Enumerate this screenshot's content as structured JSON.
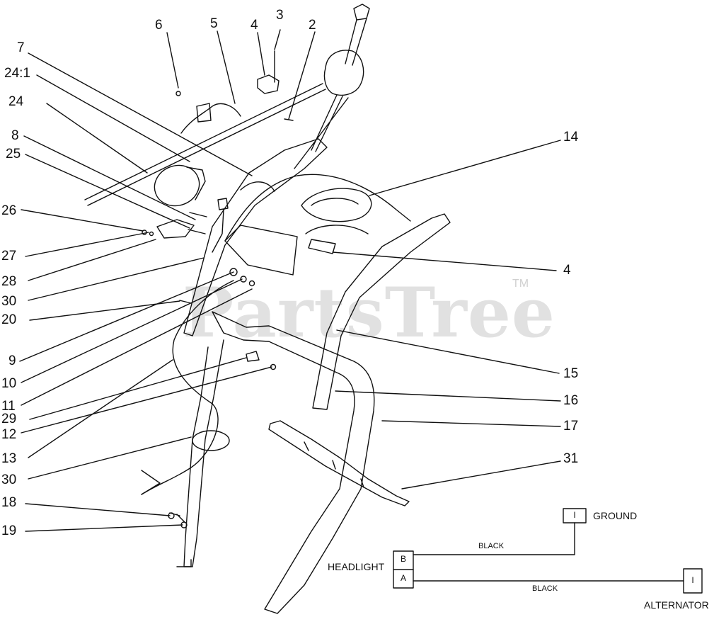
{
  "watermark": {
    "brand": "PartsTree",
    "mark": "TM"
  },
  "callouts": [
    "6",
    "5",
    "4",
    "3",
    "2",
    "7",
    "24:1",
    "24",
    "8",
    "25",
    "26",
    "27",
    "28",
    "30",
    "20",
    "9",
    "10",
    "11",
    "29",
    "12",
    "13",
    "30",
    "18",
    "19",
    "14",
    "4",
    "15",
    "16",
    "17",
    "31"
  ],
  "wiring": {
    "headlight": "HEADLIGHT",
    "ground": "GROUND",
    "alternator": "ALTERNATOR",
    "wire_top": "BLACK",
    "wire_bottom": "BLACK",
    "pin_b": "B",
    "pin_a": "A",
    "ground_pin": "I",
    "alt_pin": "I"
  }
}
